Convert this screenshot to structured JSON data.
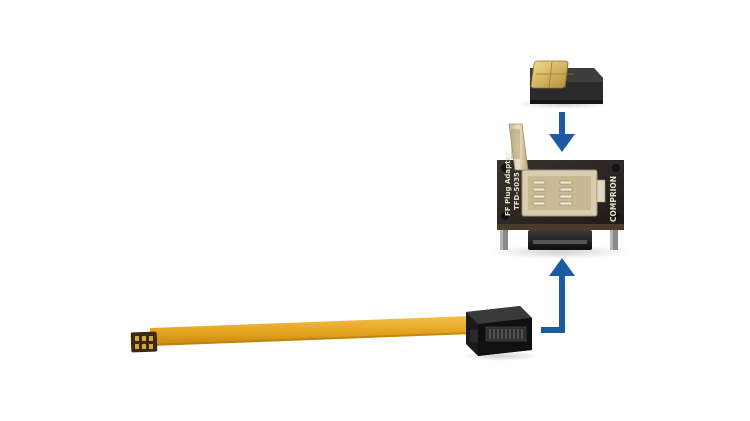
{
  "scene": {
    "board": {
      "label_line1": "FF Plug Adapter",
      "label_line2": "TFD-5035",
      "brand": "COMPRION"
    },
    "colors": {
      "background": "#ffffff",
      "arrow": "#1d5aa6",
      "flex_cable": "#e6a521",
      "sim_card": "#2a2a2a",
      "sim_chip": "#d8b55a",
      "board": "#2b2623",
      "connector": "#1c1c1c"
    },
    "icons": [
      "down-arrow-icon",
      "up-arrow-icon"
    ]
  }
}
